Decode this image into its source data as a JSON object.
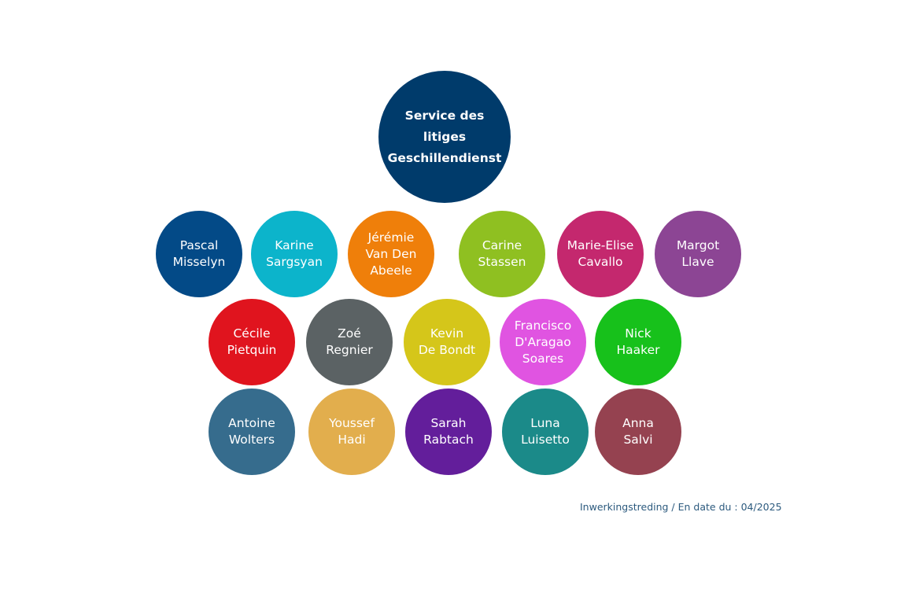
{
  "title": "Service des litiges\nGeschillendienst",
  "members": [
    {
      "name": "Pascal\nMisselyn",
      "color": "#034a87"
    },
    {
      "name": "Karine\nSargsyan",
      "color": "#0cb4cb"
    },
    {
      "name": "Jérémie\nVan Den\nAbeele",
      "color": "#ef7f0a"
    },
    {
      "name": "Carine\nStassen",
      "color": "#8fc021"
    },
    {
      "name": "Marie-Elise\nCavallo",
      "color": "#c4286e"
    },
    {
      "name": "Margot\nLlave",
      "color": "#8c4594"
    },
    {
      "name": "Cécile\nPietquin",
      "color": "#e0141e"
    },
    {
      "name": "Zoé\nRegnier",
      "color": "#5b6264"
    },
    {
      "name": "Kevin\nDe Bondt",
      "color": "#d5c61a"
    },
    {
      "name": "Francisco\nD'Aragao\nSoares",
      "color": "#e054e1"
    },
    {
      "name": "Nick\nHaaker",
      "color": "#17c11b"
    },
    {
      "name": "Antoine\nWolters",
      "color": "#366c8d"
    },
    {
      "name": "Youssef\nHadi",
      "color": "#e2ae4d"
    },
    {
      "name": "Sarah\nRabtach",
      "color": "#631e9b"
    },
    {
      "name": "Luna\nLuisetto",
      "color": "#1b8a89"
    },
    {
      "name": "Anna\nSalvi",
      "color": "#954250"
    }
  ],
  "footer": "Inwerkingstreding / En date du : 04/2025"
}
